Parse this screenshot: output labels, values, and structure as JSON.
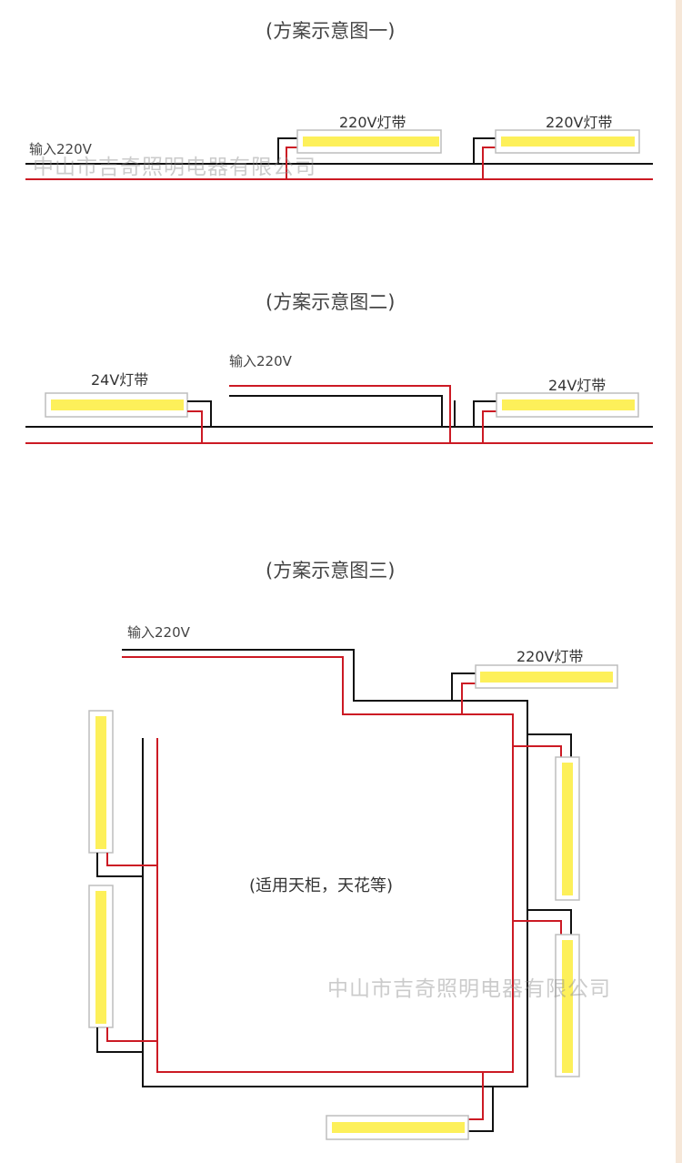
{
  "diagram1": {
    "title": "(方案示意图一)",
    "input_label": "输入220V",
    "strip_labels": [
      "220V灯带",
      "220V灯带"
    ]
  },
  "diagram2": {
    "title": "(方案示意图二)",
    "input_label": "输入220V",
    "strip_labels": [
      "24V灯带",
      "24V灯带"
    ]
  },
  "diagram3": {
    "title": "(方案示意图三)",
    "input_label": "输入220V",
    "strip_labels": [
      "220V灯带"
    ],
    "caption": "(适用天柜，天花等)"
  },
  "watermarks": [
    "中山市吉奇照明电器有限公司",
    "中山市吉奇照明电器有限公司"
  ],
  "colors": {
    "wire_black": "#111111",
    "wire_red": "#cc1a24",
    "strip_light": "#fdf05a",
    "strip_frame": "#bdbdbd"
  }
}
